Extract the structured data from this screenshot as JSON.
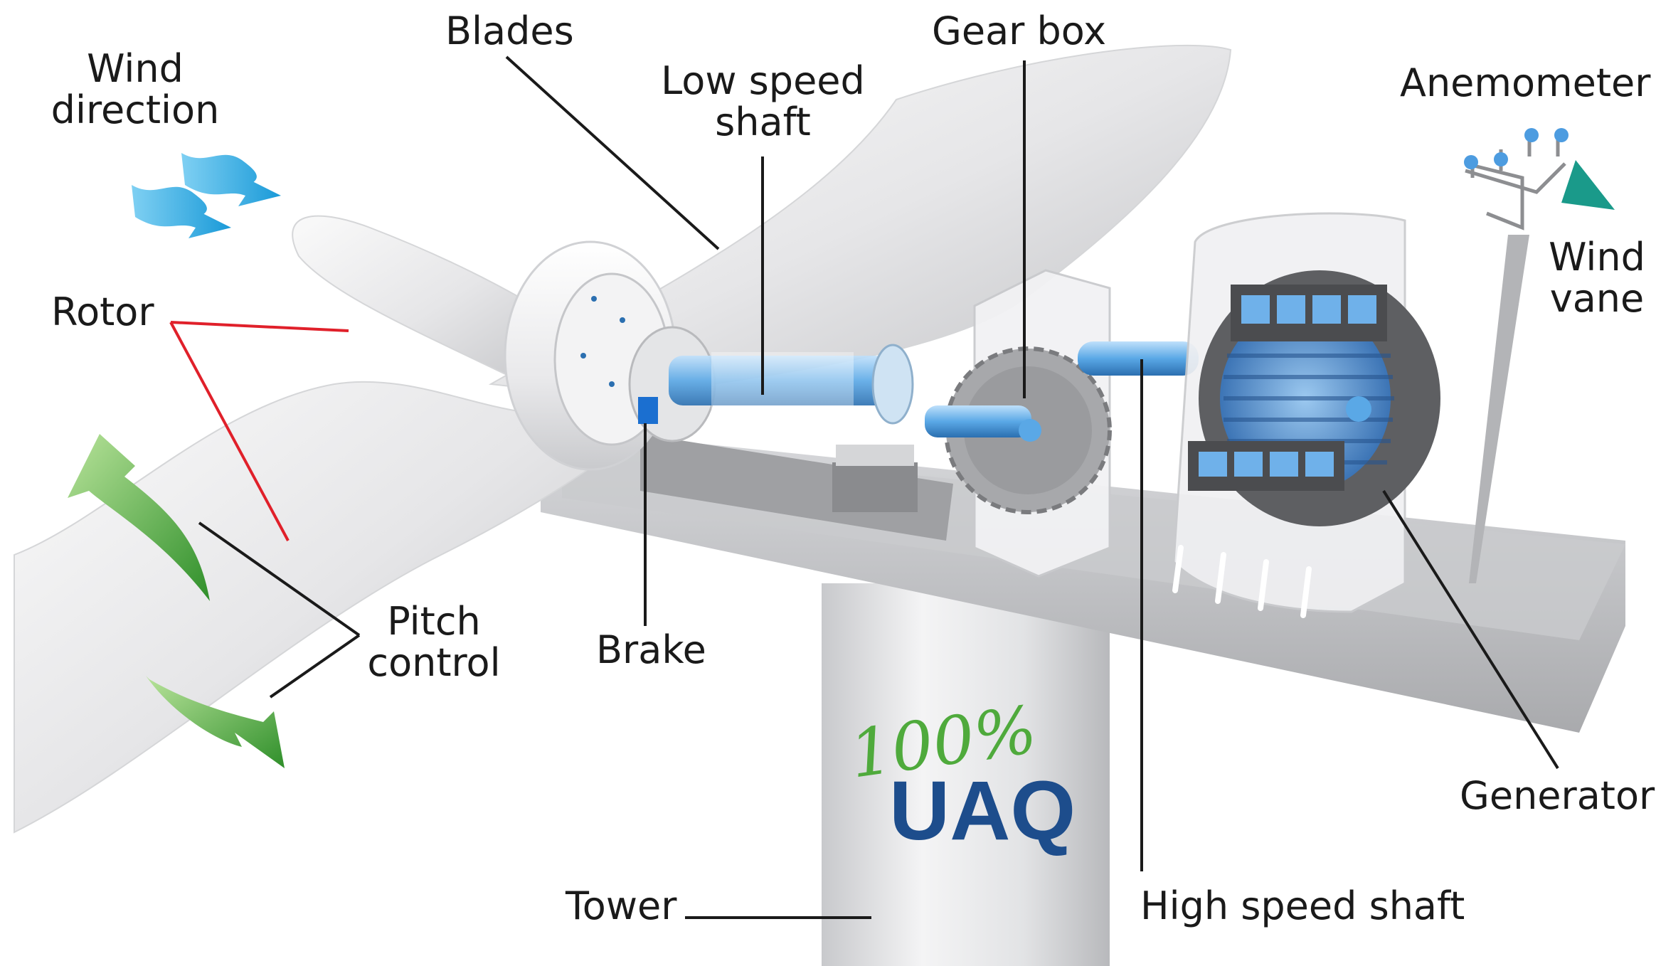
{
  "diagram": {
    "labels": {
      "wind_direction": "Wind direction",
      "blades": "Blades",
      "low_speed_shaft": "Low speed shaft",
      "gear_box": "Gear box",
      "anemometer": "Anemometer",
      "wind_vane": "Wind vane",
      "rotor": "Rotor",
      "pitch_control": "Pitch control",
      "brake": "Brake",
      "generator": "Generator",
      "tower": "Tower",
      "high_speed_shaft": "High speed shaft"
    },
    "logo": {
      "percent": "100%",
      "name": "UAQ"
    },
    "colors": {
      "shaft_blue": "#5aa8e6",
      "wind_arrow": "#2aa9e0",
      "pitch_arrow": "#3fa535",
      "rotor_leader": "#e0202a",
      "leader": "#1a1a1a",
      "logo_green": "#4faa3c",
      "logo_blue": "#1d4d8c",
      "vane_teal": "#1a9a8a"
    }
  }
}
